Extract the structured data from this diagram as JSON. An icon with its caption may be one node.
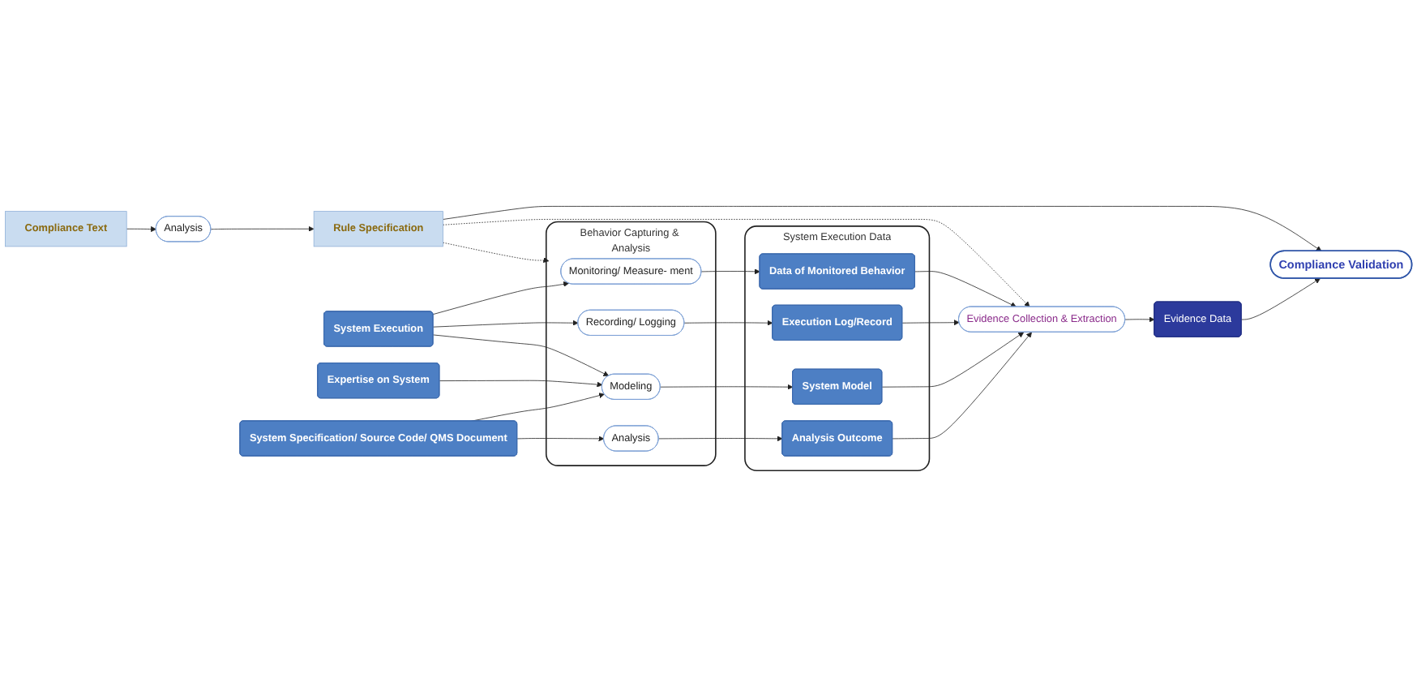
{
  "diagram": {
    "nodes": [
      {
        "text": [
          "Compliance Text"
        ]
      },
      {
        "text": [
          "Analysis"
        ]
      },
      {
        "text": [
          "Rule Specification"
        ]
      },
      {
        "text": [
          "Compliance Validation"
        ]
      },
      {
        "text": [
          "Behavior Capturing & Analysis"
        ]
      },
      {
        "text": [
          "Monitoring/ Measure- ment"
        ],
        "in": 4
      },
      {
        "text": [
          "Recording/ Logging"
        ],
        "in": 4
      },
      {
        "text": [
          "Modeling"
        ],
        "in": 4
      },
      {
        "text": [
          "Analysis"
        ],
        "in": 4
      },
      {
        "text": [
          "System Execution Data"
        ]
      },
      {
        "text": [
          "Data of Monitored Behavior"
        ],
        "in": 9
      },
      {
        "text": [
          "Execution Log/Record"
        ],
        "in": 9
      },
      {
        "text": [
          "System Model"
        ],
        "in": 9
      },
      {
        "text": [
          "Analysis Outcome"
        ],
        "in": 9
      },
      {
        "text": [
          "System Execution"
        ]
      },
      {
        "text": [
          "Expertise on System"
        ]
      },
      {
        "text": [
          "System Specification/ Source Code/ QMS Document"
        ]
      },
      {
        "text": [
          "Evidence Collection & Extraction"
        ]
      },
      {
        "text": [
          "Evidence Data"
        ]
      }
    ],
    "edges": [
      {
        "from": 0,
        "to": 1,
        "arrow": "to"
      },
      {
        "from": 1,
        "to": 2,
        "arrow": "to"
      },
      {
        "from": 2,
        "to": 3,
        "arrow": "to"
      },
      {
        "from": 2,
        "to": 4,
        "arrow": "to",
        "style": "dashed"
      },
      {
        "from": 2,
        "to": 17,
        "arrow": "to",
        "style": "dashed"
      },
      {
        "from": 14,
        "to": 5,
        "arrow": "to"
      },
      {
        "from": 14,
        "to": 6,
        "arrow": "to"
      },
      {
        "from": 14,
        "to": 7,
        "arrow": "to"
      },
      {
        "from": 15,
        "to": 7,
        "arrow": "to"
      },
      {
        "from": 16,
        "to": 7,
        "arrow": "to"
      },
      {
        "from": 16,
        "to": 8,
        "arrow": "to"
      },
      {
        "from": 5,
        "to": 10,
        "arrow": "to"
      },
      {
        "from": 6,
        "to": 11,
        "arrow": "to"
      },
      {
        "from": 7,
        "to": 12,
        "arrow": "to"
      },
      {
        "from": 8,
        "to": 13,
        "arrow": "to"
      },
      {
        "from": 10,
        "to": 17,
        "arrow": "to"
      },
      {
        "from": 11,
        "to": 17,
        "arrow": "to"
      },
      {
        "from": 12,
        "to": 17,
        "arrow": "to"
      },
      {
        "from": 13,
        "to": 17,
        "arrow": "to"
      },
      {
        "from": 17,
        "to": 18,
        "arrow": "to"
      },
      {
        "from": 18,
        "to": 3,
        "arrow": "to"
      }
    ]
  }
}
